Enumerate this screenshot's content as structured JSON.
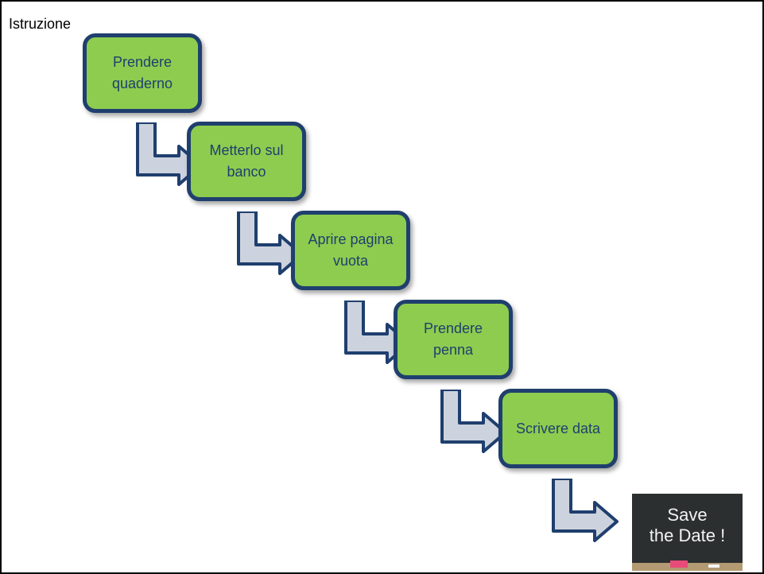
{
  "slide": {
    "title": "Istruzione"
  },
  "steps": [
    {
      "label": "Prendere\nquaderno"
    },
    {
      "label": "Metterlo sul\nbanco"
    },
    {
      "label": "Aprire pagina\nvuota"
    },
    {
      "label": "Prendere\npenna"
    },
    {
      "label": "Scrivere data"
    }
  ],
  "image": {
    "text": "Save\nthe Date !"
  },
  "colors": {
    "box_fill": "#8dcc4f",
    "box_border": "#1f3f6e",
    "arrow_fill": "#cdd3de",
    "arrow_stroke": "#1f3f6e"
  }
}
